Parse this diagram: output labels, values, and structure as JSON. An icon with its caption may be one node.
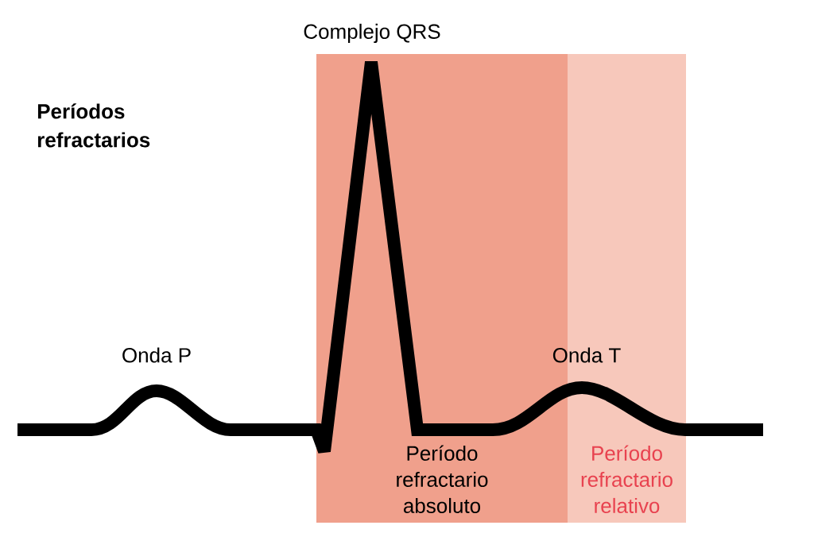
{
  "diagram": {
    "title": "Períodos refractarios",
    "nodes": [
      {
        "text": [
          "Período refractario absoluto"
        ]
      },
      {
        "text": [
          "Período refractario relativo"
        ]
      }
    ],
    "edges": [],
    "labels": [
      "Complejo QRS",
      "Onda P",
      "Onda T"
    ]
  }
}
